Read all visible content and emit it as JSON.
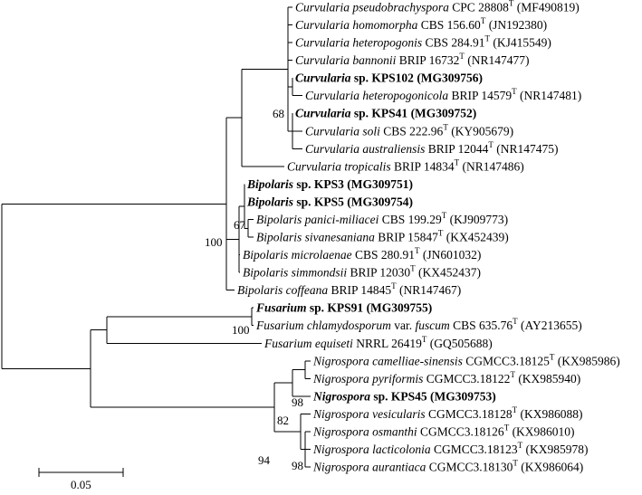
{
  "tree": {
    "scale_bar": {
      "label": "0.05",
      "value": 0.05
    },
    "taxa": [
      {
        "id": "t1",
        "genus": "Curvularia",
        "epithet": "pseudobrachyspora",
        "strain": "CPC 28808",
        "type": true,
        "accession": "(MF490819)",
        "bold": false
      },
      {
        "id": "t2",
        "genus": "Curvularia",
        "epithet": "homomorpha",
        "strain": "CBS 156.60",
        "type": true,
        "accession": "(JN192380)",
        "bold": false
      },
      {
        "id": "t3",
        "genus": "Curvularia",
        "epithet": "heteropogonis",
        "strain": "CBS 284.91",
        "type": true,
        "accession": "(KJ415549)",
        "bold": false
      },
      {
        "id": "t4",
        "genus": "Curvularia",
        "epithet": "bannonii",
        "strain": "BRIP 16732",
        "type": true,
        "accession": "(NR147477)",
        "bold": false
      },
      {
        "id": "t5",
        "genus": "Curvularia",
        "epithet": "sp.",
        "strain": "KPS102",
        "type": false,
        "accession": "(MG309756)",
        "bold": true
      },
      {
        "id": "t6",
        "genus": "Curvularia",
        "epithet": "heteropogonicola",
        "strain": "BRIP 14579",
        "type": true,
        "accession": "(NR147481)",
        "bold": false
      },
      {
        "id": "t7",
        "genus": "Curvularia",
        "epithet": "sp.",
        "strain": "KPS41",
        "type": false,
        "accession": "(MG309752)",
        "bold": true
      },
      {
        "id": "t8",
        "genus": "Curvularia",
        "epithet": "soli",
        "strain": "CBS 222.96",
        "type": true,
        "accession": "(KY905679)",
        "bold": false
      },
      {
        "id": "t9",
        "genus": "Curvularia",
        "epithet": "australiensis",
        "strain": "BRIP 12044",
        "type": true,
        "accession": "(NR147475)",
        "bold": false
      },
      {
        "id": "t10",
        "genus": "Curvularia",
        "epithet": "tropicalis",
        "strain": "BRIP 14834",
        "type": true,
        "accession": "(NR147486)",
        "bold": false
      },
      {
        "id": "t11",
        "genus": "Bipolaris",
        "epithet": "sp.",
        "strain": "KPS3",
        "type": false,
        "accession": "(MG309751)",
        "bold": true
      },
      {
        "id": "t12",
        "genus": "Bipolaris",
        "epithet": "sp.",
        "strain": "KPS5",
        "type": false,
        "accession": "(MG309754)",
        "bold": true
      },
      {
        "id": "t13",
        "genus": "Bipolaris",
        "epithet": "panici-miliacei",
        "strain": "CBS 199.29",
        "type": true,
        "accession": "(KJ909773)",
        "bold": false
      },
      {
        "id": "t14",
        "genus": "Bipolaris",
        "epithet": "sivanesaniana",
        "strain": "BRIP 15847",
        "type": true,
        "accession": "(KX452439)",
        "bold": false
      },
      {
        "id": "t15",
        "genus": "Bipolaris",
        "epithet": "microlaenae",
        "strain": "CBS 280.91",
        "type": true,
        "accession": "(JN601032)",
        "bold": false
      },
      {
        "id": "t16",
        "genus": "Bipolaris",
        "epithet": "simmondsii",
        "strain": "BRIP 12030",
        "type": true,
        "accession": "(KX452437)",
        "bold": false
      },
      {
        "id": "t17",
        "genus": "Bipolaris",
        "epithet": "coffeana",
        "strain": "BRIP 14845",
        "type": true,
        "accession": "(NR147467)",
        "bold": false
      },
      {
        "id": "t18",
        "genus": "Fusarium",
        "epithet": "sp.",
        "strain": "KPS91",
        "type": false,
        "accession": "(MG309755)",
        "bold": true
      },
      {
        "id": "t19",
        "genus": "Fusarium",
        "epithet": "chlamydosporum",
        "variety_label": "var.",
        "variety": "fuscum",
        "strain": "CBS 635.76",
        "type": true,
        "accession": "(AY213655)",
        "bold": false
      },
      {
        "id": "t20",
        "genus": "Fusarium",
        "epithet": "equiseti",
        "strain": "NRRL 26419",
        "type": true,
        "accession": "(GQ505688)",
        "bold": false
      },
      {
        "id": "t21",
        "genus": "Nigrospora",
        "epithet": "camelliae-sinensis",
        "strain": "CGMCC3.18125",
        "type": true,
        "accession": "(KX985986)",
        "bold": false
      },
      {
        "id": "t22",
        "genus": "Nigrospora",
        "epithet": "pyriformis",
        "strain": "CGMCC3.18122",
        "type": true,
        "accession": "(KX985940)",
        "bold": false
      },
      {
        "id": "t23",
        "genus": "Nigrospora",
        "epithet": "sp.",
        "strain": "KPS45",
        "type": false,
        "accession": "(MG309753)",
        "bold": true
      },
      {
        "id": "t24",
        "genus": "Nigrospora",
        "epithet": "vesicularis",
        "strain": "CGMCC3.18128",
        "type": true,
        "accession": "(KX986088)",
        "bold": false
      },
      {
        "id": "t25",
        "genus": "Nigrospora",
        "epithet": "osmanthi",
        "strain": "CGMCC3.18126",
        "type": true,
        "accession": "(KX986010)",
        "bold": false
      },
      {
        "id": "t26",
        "genus": "Nigrospora",
        "epithet": "lacticolonia",
        "strain": "CGMCC3.18123",
        "type": true,
        "accession": "(KX985978)",
        "bold": false
      },
      {
        "id": "t27",
        "genus": "Nigrospora",
        "epithet": "aurantiaca",
        "strain": "CGMCC3.18130",
        "type": true,
        "accession": "(KX986064)",
        "bold": false
      }
    ],
    "type_marker": "T",
    "bootstrap": [
      {
        "id": "b68",
        "value": "68"
      },
      {
        "id": "b67",
        "value": "67"
      },
      {
        "id": "b100a",
        "value": "100"
      },
      {
        "id": "b100b",
        "value": "100"
      },
      {
        "id": "b98a",
        "value": "98"
      },
      {
        "id": "b82",
        "value": "82"
      },
      {
        "id": "b94",
        "value": "94"
      },
      {
        "id": "b98b",
        "value": "98"
      }
    ]
  }
}
